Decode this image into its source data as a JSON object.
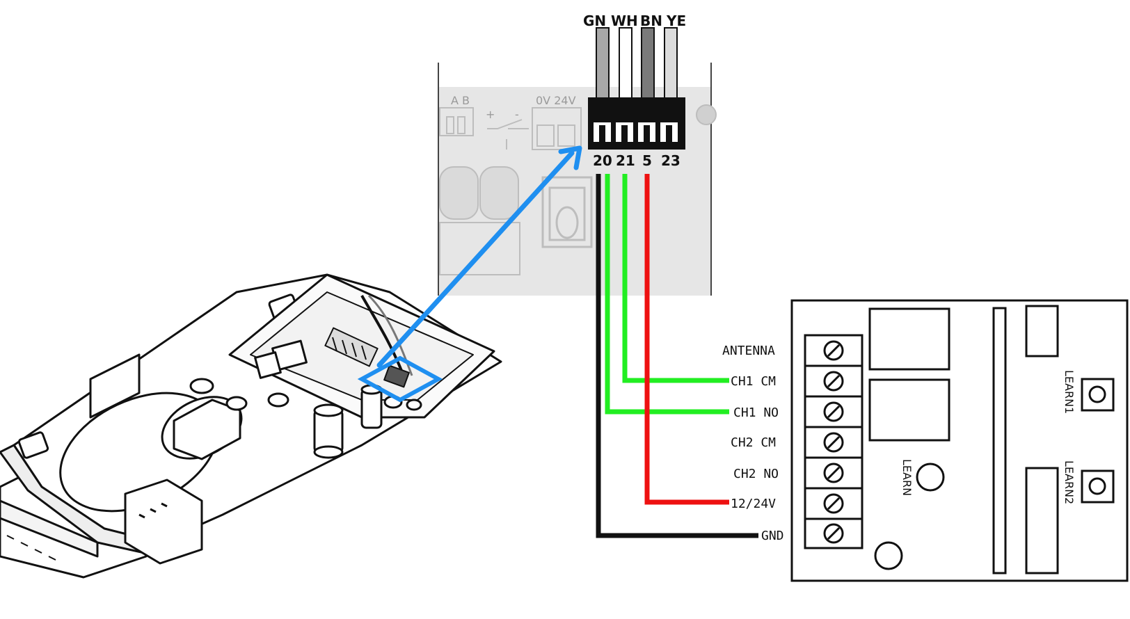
{
  "connector": {
    "wire_colors": [
      "GN",
      "WH",
      "BN",
      "YE"
    ],
    "terminal_numbers": [
      "20",
      "21",
      "5",
      "23"
    ]
  },
  "board": {
    "faint_labels": {
      "ab": "A B",
      "supply": "0V 24V",
      "plus": "+",
      "minus": "-"
    }
  },
  "receiver": {
    "terminal_labels": [
      "ANTENNA",
      "CH1 CM",
      "CH1 NO",
      "CH2 CM",
      "CH2 NO",
      "12/24V",
      "GND"
    ],
    "learn_labels": {
      "learn": "LEARN",
      "learn1": "LEARN1",
      "learn2": "LEARN2"
    }
  },
  "colors": {
    "wire_green": "#22ee22",
    "wire_red": "#ee1111",
    "wire_black": "#111111",
    "arrow_blue": "#1f8ff0",
    "board_grey": "#e6e6e6"
  }
}
